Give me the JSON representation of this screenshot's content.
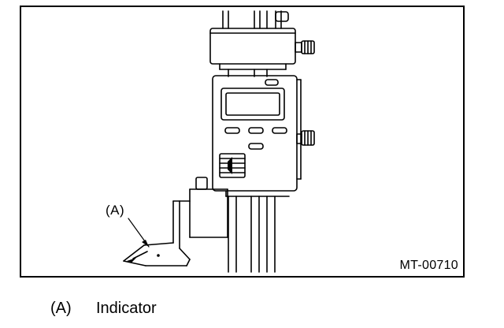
{
  "figure": {
    "callout": "(A)",
    "code": "MT-00710"
  },
  "legend": [
    {
      "key": "(A)",
      "text": "Indicator"
    }
  ]
}
